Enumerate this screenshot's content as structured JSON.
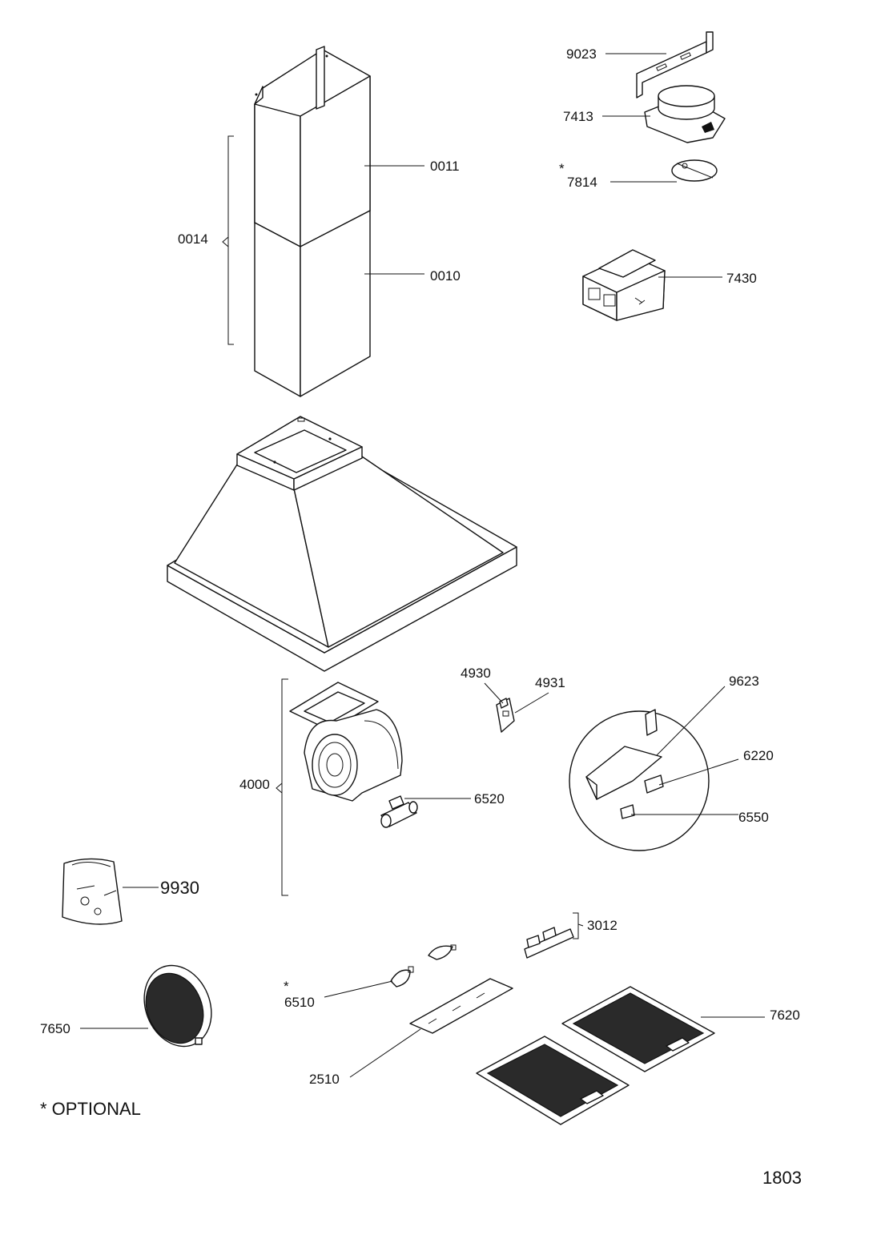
{
  "labels": {
    "p9023": "9023",
    "p7413": "7413",
    "p7814": "7814",
    "p0011": "0011",
    "p0014": "0014",
    "p0010": "0010",
    "p7430": "7430",
    "p4930": "4930",
    "p4931": "4931",
    "p9623": "9623",
    "p6220": "6220",
    "p6550": "6550",
    "p4000": "4000",
    "p6520": "6520",
    "p9930": "9930",
    "p3012": "3012",
    "p6510": "6510",
    "p7620": "7620",
    "p7650": "7650",
    "p2510": "2510"
  },
  "optional_marker": "*",
  "optional_note": "* OPTIONAL",
  "page_code": "1803"
}
